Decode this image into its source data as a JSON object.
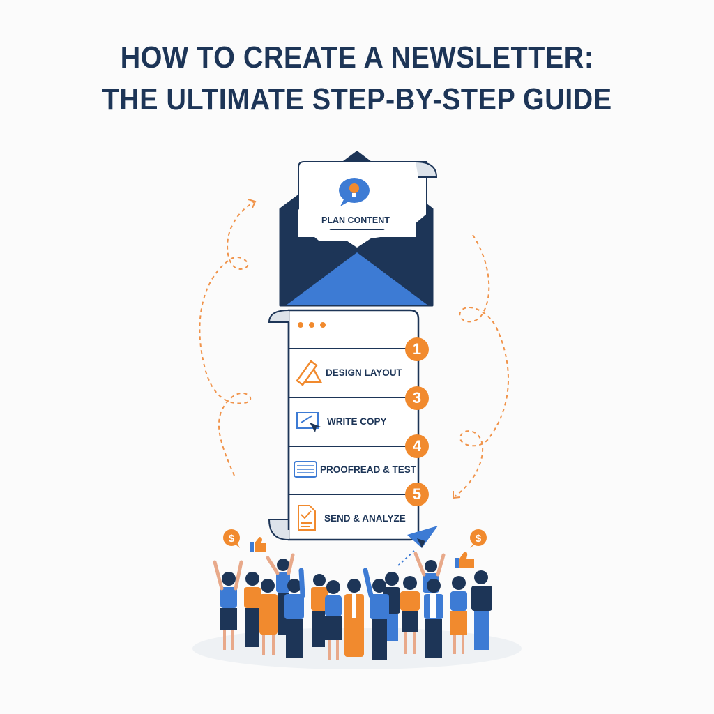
{
  "title": {
    "line1": "HOW TO CREATE A NEWSLETTER:",
    "line2": "THE ULTIMATE STEP-BY-STEP GUIDE"
  },
  "envelope": {
    "card_label": "PLAN CONTENT",
    "card_icon": "lightbulb-chat-icon"
  },
  "checklist": {
    "header_dots": 3,
    "steps": [
      {
        "badge": "1",
        "label": "DESIGN LAYOUT",
        "icon": "pencil-ruler-icon"
      },
      {
        "badge": "3",
        "label": "WRITE COPY",
        "icon": "screen-cursor-icon"
      },
      {
        "badge": "4",
        "label": "PROOFREAD & TEST",
        "icon": "keyboard-icon"
      },
      {
        "badge": "5",
        "label": "SEND & ANALYZE",
        "icon": "document-check-icon"
      }
    ]
  },
  "decorations": {
    "left_arrow": "dashed-loop-arrow-up",
    "right_arrow": "dashed-loop-arrow-down",
    "paper_plane": "paper-plane-icon",
    "reactions": [
      "dollar-bubble-icon",
      "thumbs-up-icon",
      "dollar-bubble-icon",
      "thumbs-up-icon"
    ]
  },
  "colors": {
    "navy": "#1d3557",
    "blue": "#3d7bd4",
    "orange": "#f18a2e",
    "paper": "#ffffff",
    "curl": "#dde3ea",
    "ground": "#eef1f4"
  }
}
